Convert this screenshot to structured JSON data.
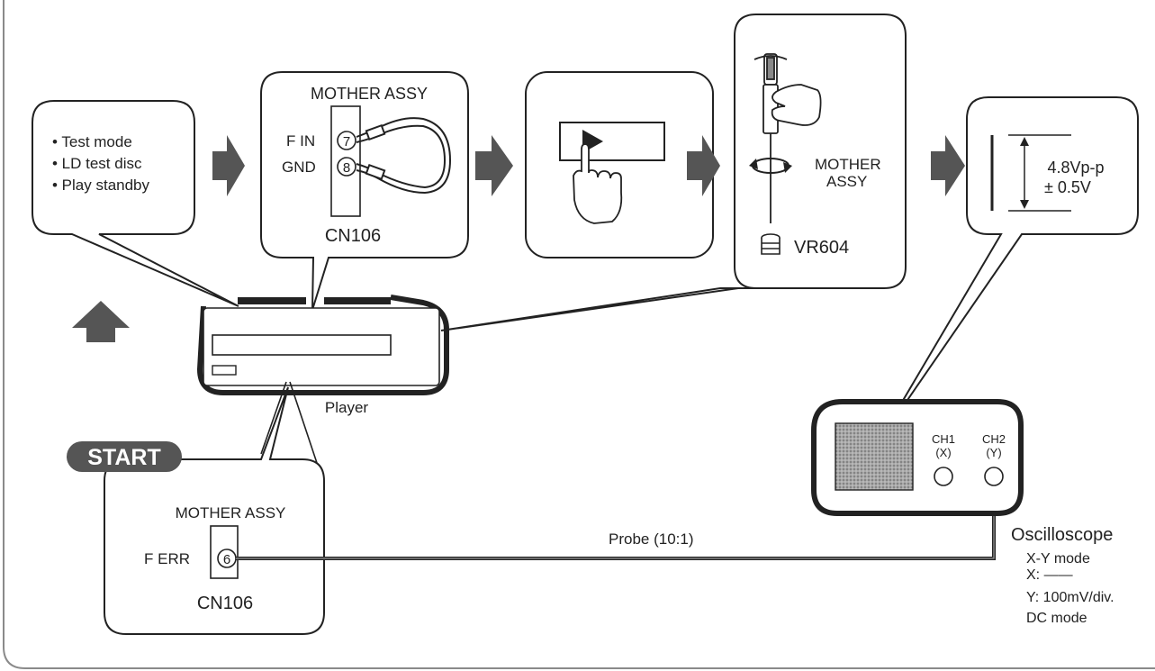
{
  "status_box": {
    "items": [
      "• Test mode",
      "• LD test disc",
      "• Play standby"
    ]
  },
  "mother_top": {
    "title": "MOTHER ASSY",
    "pins": [
      {
        "label": "F IN",
        "num": "7"
      },
      {
        "label": "GND",
        "num": "8"
      }
    ],
    "connector": "CN106"
  },
  "adjust": {
    "board_line1": "MOTHER",
    "board_line2": "ASSY",
    "part": "VR604"
  },
  "scope_display": {
    "value_line1": "4.8Vp-p",
    "value_line2": "± 0.5V"
  },
  "player": {
    "label": "Player"
  },
  "start": {
    "badge": "START",
    "title": "MOTHER ASSY",
    "pin_label": "F ERR",
    "pin_num": "6",
    "connector": "CN106"
  },
  "probe": {
    "label": "Probe (10:1)"
  },
  "oscilloscope": {
    "ch1_line1": "CH1",
    "ch1_line2": "(X)",
    "ch2_line1": "CH2",
    "ch2_line2": "(Y)",
    "title": "Oscilloscope",
    "settings": [
      "X-Y mode",
      "X: ——",
      "Y: 100mV/div.",
      "DC mode"
    ]
  },
  "colors": {
    "arrow": "#555555",
    "ink": "#222222",
    "screen": "#9a9a9a"
  }
}
